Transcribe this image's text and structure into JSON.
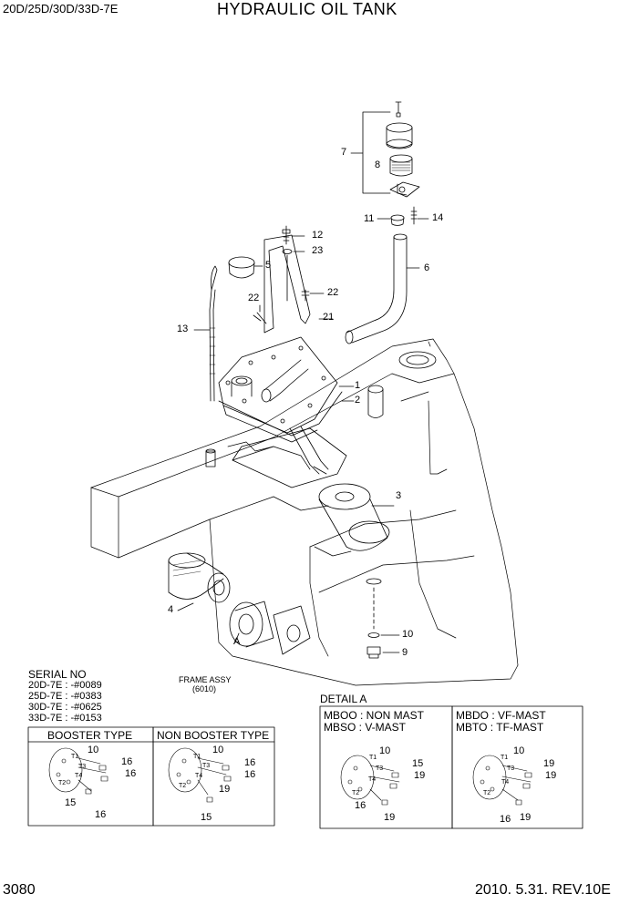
{
  "header": {
    "model": "20D/25D/30D/33D-7E",
    "title": "HYDRAULIC OIL TANK"
  },
  "footer": {
    "page": "3080",
    "date_rev": "2010. 5.31.  REV.10E"
  },
  "callouts": {
    "c1": "1",
    "c2": "2",
    "c3": "3",
    "c4": "4",
    "c5": "5",
    "c6": "6",
    "c7": "7",
    "c8": "8",
    "c9": "9",
    "c10": "10",
    "c11": "11",
    "c12": "12",
    "c13": "13",
    "c14": "14",
    "c21": "21",
    "c22a": "22",
    "c22b": "22",
    "c23": "23",
    "detail_ref": "A"
  },
  "frame_assy": {
    "line1": "FRAME ASSY",
    "line2": "(6010)"
  },
  "serial": {
    "title": "SERIAL NO",
    "rows": [
      "20D-7E : -#0089",
      "25D-7E : -#0383",
      "30D-7E : -#0625",
      "33D-7E : -#0153"
    ]
  },
  "booster": {
    "title": "BOOSTER TYPE",
    "labels": {
      "a": "10",
      "b": "16",
      "c": "16",
      "d": "15",
      "e": "16",
      "t1": "T1",
      "t2": "T2",
      "t3": "T3",
      "t4": "T4"
    }
  },
  "non_booster": {
    "title": "NON BOOSTER TYPE",
    "labels": {
      "a": "10",
      "b": "16",
      "c": "16",
      "d": "15",
      "e": "19",
      "t1": "T1",
      "t2": "T2",
      "t3": "T3",
      "t4": "T4"
    }
  },
  "detail_a": {
    "title": "DETAIL A",
    "left": {
      "line1": "MBOO : NON MAST",
      "line2": "MBSO : V-MAST",
      "labels": {
        "a": "10",
        "b": "15",
        "c": "19",
        "d": "16",
        "e": "19",
        "t1": "T1",
        "t2": "T2",
        "t3": "T3",
        "t4": "T4"
      }
    },
    "right": {
      "line1": "MBDO : VF-MAST",
      "line2": "MBTO : TF-MAST",
      "labels": {
        "a": "10",
        "b": "19",
        "c": "19",
        "d": "16",
        "e": "19",
        "t1": "T1",
        "t2": "T2",
        "t3": "T3",
        "t4": "T4"
      }
    }
  }
}
